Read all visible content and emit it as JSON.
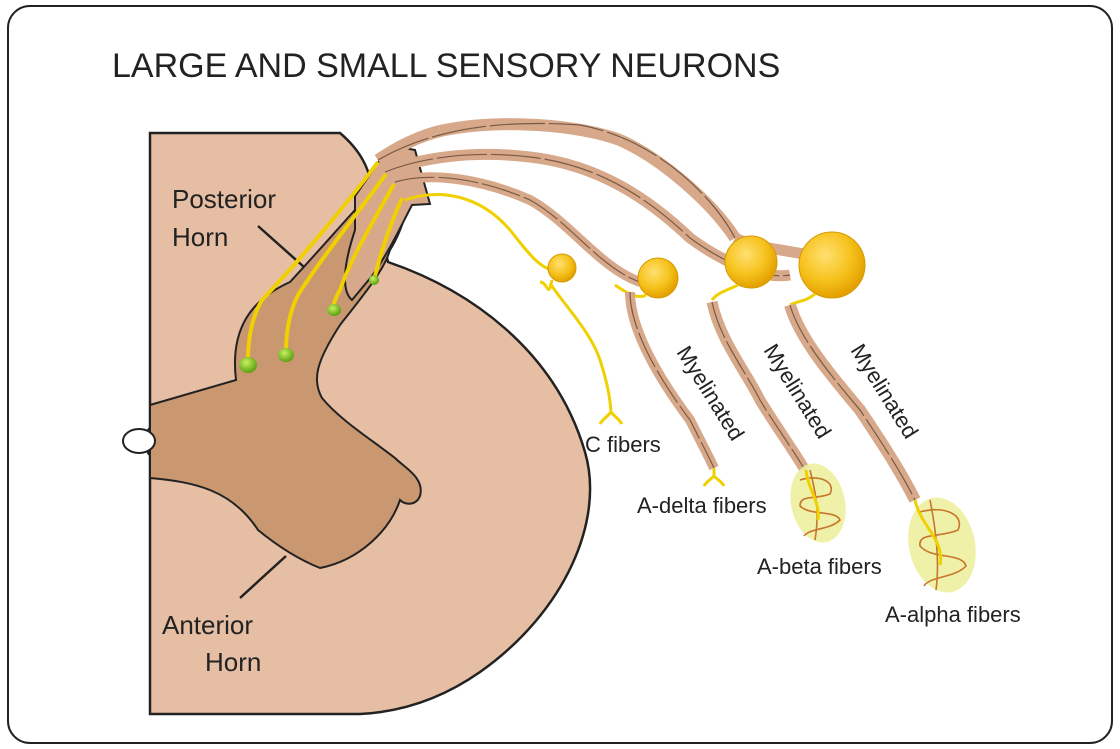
{
  "title": "LARGE AND SMALL SENSORY NEURONS",
  "labels": {
    "posterior_horn_line1": "Posterior",
    "posterior_horn_line2": "Horn",
    "anterior_horn_line1": "Anterior",
    "anterior_horn_line2": "Horn",
    "c_fibers": "C fibers",
    "a_delta_fibers": "A-delta fibers",
    "a_beta_fibers": "A-beta fibers",
    "a_alpha_fibers": "A-alpha fibers",
    "myelinated_1": "Myelinated",
    "myelinated_2": "Myelinated",
    "myelinated_3": "Myelinated"
  },
  "colors": {
    "white_matter": "#e6bea4",
    "gray_matter": "#c99770",
    "myelin": "#d7a98a",
    "neuron": "#f6c21c",
    "axon": "#f0d000",
    "terminal": "#7cc420",
    "receptor": "#eef0a0",
    "receptor_coil": "#c8762a",
    "outline": "#222222"
  }
}
